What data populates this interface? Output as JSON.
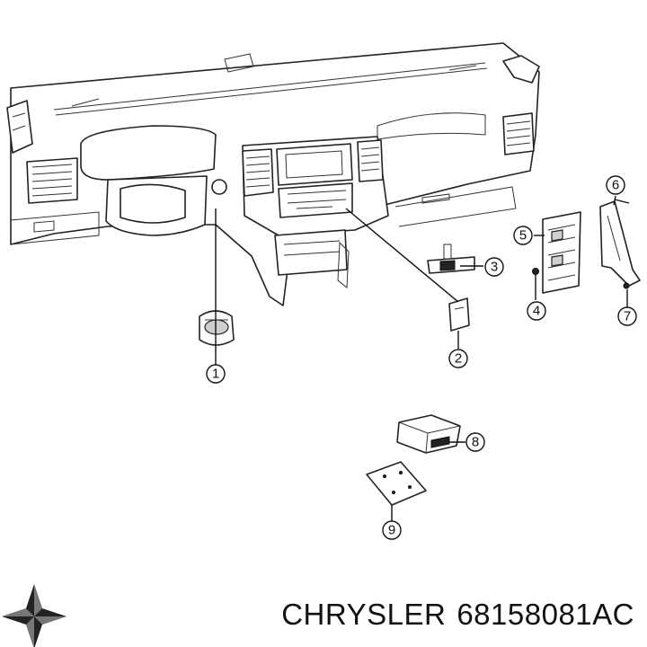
{
  "brand": "CHRYSLER",
  "part_number": "68158081AC",
  "logo": "chrysler-pentastar-logo",
  "callouts": [
    "1",
    "2",
    "3",
    "4",
    "5",
    "6",
    "7",
    "8",
    "9"
  ]
}
